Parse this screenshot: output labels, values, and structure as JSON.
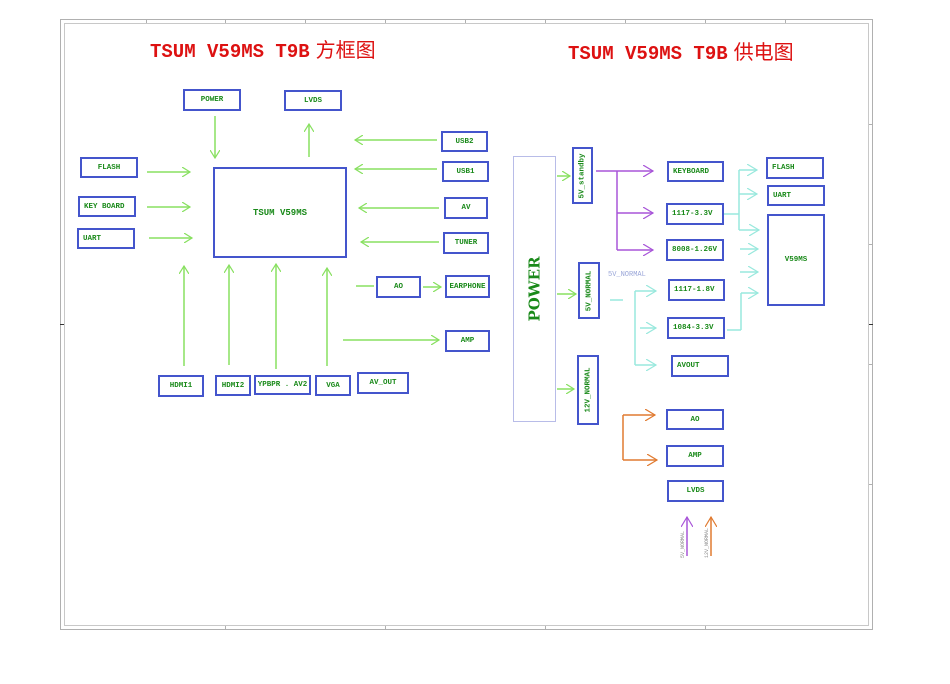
{
  "block_diagram": {
    "title": "TSUM V59MS T9B",
    "title_cn": "方框图",
    "soc": "TSUM V59MS",
    "top_blocks": [
      {
        "id": "power",
        "label": "POWER",
        "direction": "in"
      },
      {
        "id": "lvds",
        "label": "LVDS",
        "direction": "out"
      }
    ],
    "left_blocks": [
      {
        "id": "flash",
        "label": "FLASH"
      },
      {
        "id": "keyboard",
        "label": "KEY BOARD"
      },
      {
        "id": "uart",
        "label": "UART"
      }
    ],
    "right_blocks": [
      {
        "id": "usb2",
        "label": "USB2"
      },
      {
        "id": "usb1",
        "label": "USB1"
      },
      {
        "id": "av",
        "label": "AV"
      },
      {
        "id": "tuner",
        "label": "TUNER"
      }
    ],
    "audio_blocks": [
      {
        "id": "ao",
        "label": "AO"
      },
      {
        "id": "earphone",
        "label": "EARPHONE"
      },
      {
        "id": "amp",
        "label": "AMP"
      }
    ],
    "bottom_blocks": [
      {
        "id": "hdmi1",
        "label": "HDMI1"
      },
      {
        "id": "hdmi2",
        "label": "HDMI2"
      },
      {
        "id": "ypbpr",
        "label": "YPBPR . AV2"
      },
      {
        "id": "vga",
        "label": "VGA"
      },
      {
        "id": "av-out",
        "label": "AV_OUT"
      }
    ]
  },
  "power_diagram": {
    "title": "TSUM V59MS T9B",
    "title_cn": "供电图",
    "source": "POWER",
    "rails": [
      {
        "id": "5v-standby",
        "label": "5V_standby"
      },
      {
        "id": "5v-normal",
        "label": "5V_NORMAL"
      },
      {
        "id": "12v-normal",
        "label": "12V_NORMAL"
      }
    ],
    "net_label": "5V_NORMAL",
    "standby_loads": [
      {
        "id": "keyboard",
        "label": "KEYBOARD"
      },
      {
        "id": "ldo-1117-33",
        "label": "1117-3.3V"
      },
      {
        "id": "ldo-8008",
        "label": "8008-1.26V"
      }
    ],
    "normal_loads": [
      {
        "id": "ldo-1117-18",
        "label": "1117-1.8V"
      },
      {
        "id": "ldo-1084",
        "label": "1084-3.3V"
      },
      {
        "id": "avout",
        "label": "AVOUT"
      }
    ],
    "targets": [
      {
        "id": "flash",
        "label": "FLASH"
      },
      {
        "id": "uart",
        "label": "UART"
      },
      {
        "id": "v59ms",
        "label": "V59MS"
      }
    ],
    "v12_loads": [
      {
        "id": "ao",
        "label": "AO"
      },
      {
        "id": "amp",
        "label": "AMP"
      },
      {
        "id": "lvds",
        "label": "LVDS"
      }
    ],
    "legend": [
      {
        "label": "5V_NORMAL",
        "color": "#a855d8"
      },
      {
        "label": "12V_NORMAL",
        "color": "#e07a30"
      }
    ]
  },
  "colors": {
    "title": "#dd1111",
    "box_border": "#4455cc",
    "box_text": "#1a8a1a",
    "signal_arrow": "#88e060",
    "standby_arrow": "#a855d8",
    "normal_arrow": "#99e8dd",
    "v12_arrow": "#e07a30"
  }
}
